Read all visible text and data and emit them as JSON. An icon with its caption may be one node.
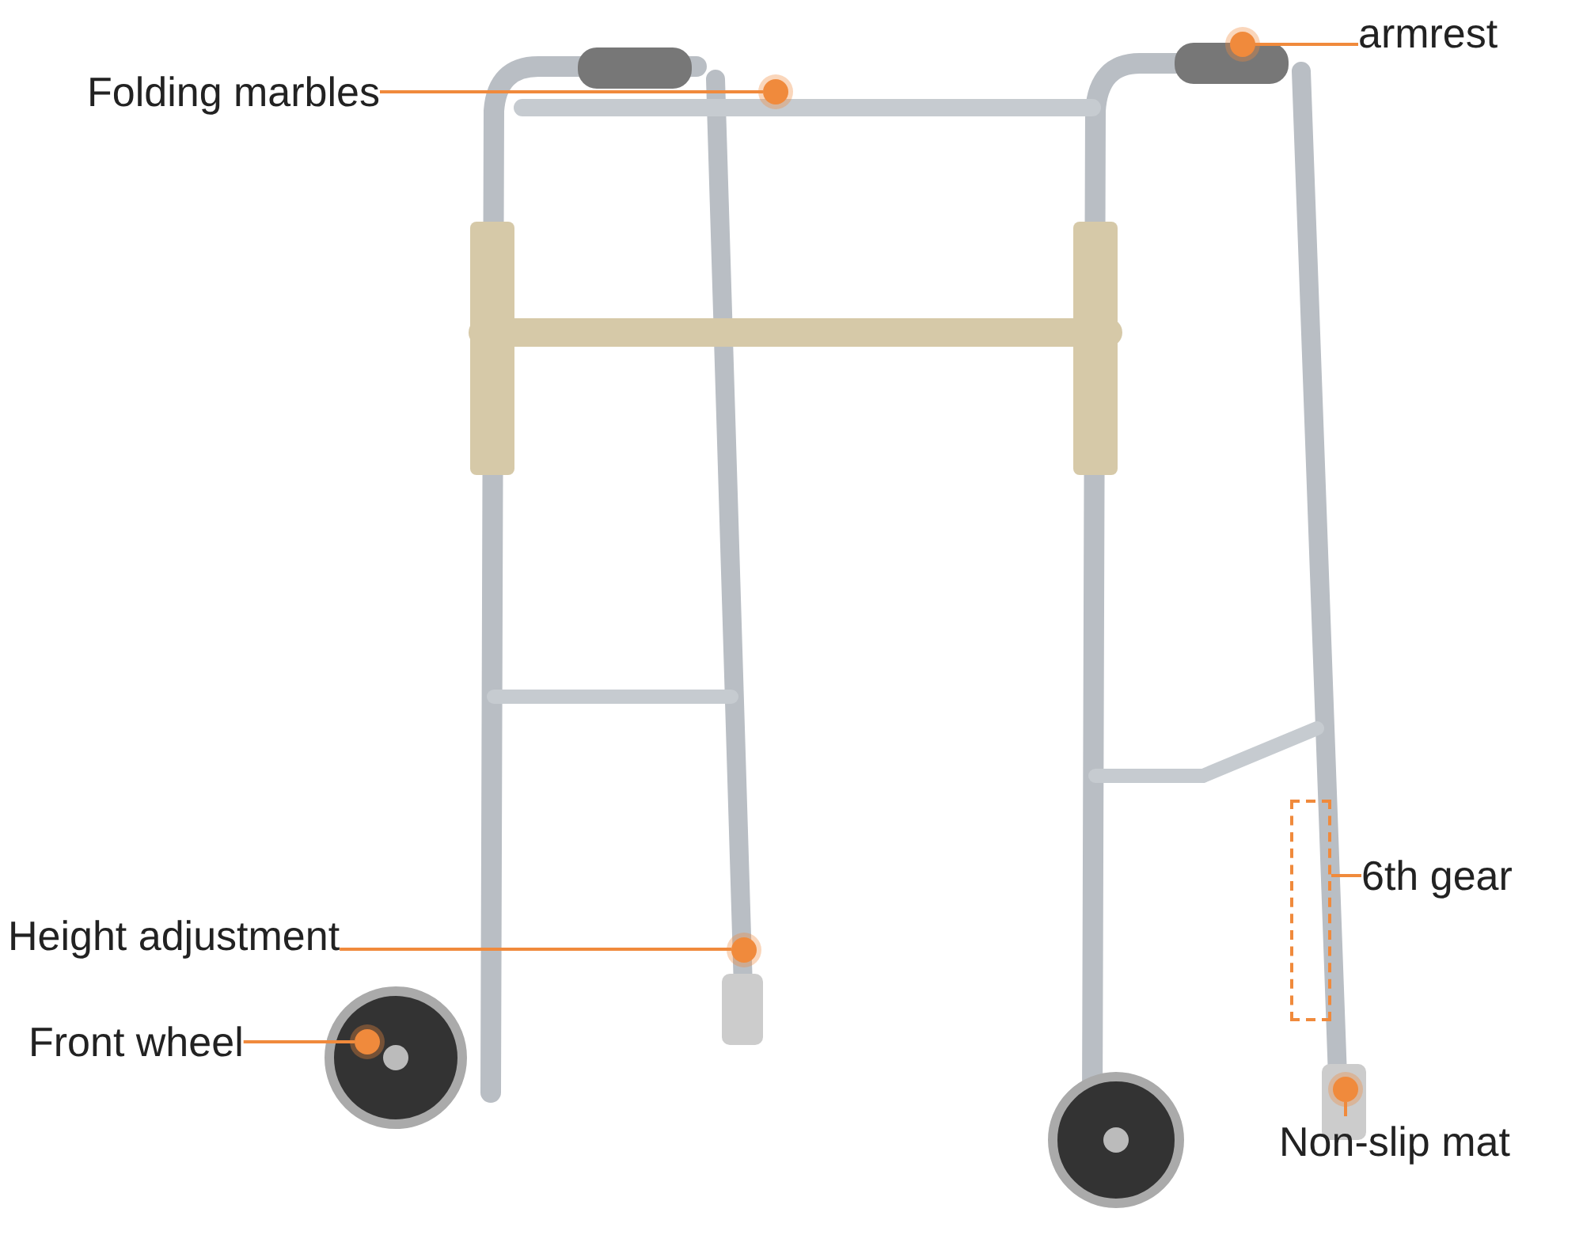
{
  "diagram": {
    "nodes": [
      {
        "text": [
          "Folding marbles"
        ]
      },
      {
        "text": [],
        "shape": "circle"
      },
      {
        "text": [
          "armrest"
        ]
      },
      {
        "text": [],
        "shape": "circle"
      },
      {
        "text": [
          "6th gear"
        ]
      },
      {
        "text": [],
        "shape": "box"
      },
      {
        "text": [
          "Height adjustment"
        ]
      },
      {
        "text": [],
        "shape": "circle"
      },
      {
        "text": [
          "Front wheel"
        ]
      },
      {
        "text": [],
        "shape": "circle"
      },
      {
        "text": [
          "Non-slip mat"
        ]
      },
      {
        "text": [],
        "shape": "circle"
      }
    ],
    "edges": [
      {
        "from": 0,
        "to": 1,
        "arrow": "none"
      },
      {
        "from": 2,
        "to": 3,
        "arrow": "none"
      },
      {
        "from": 4,
        "to": 5,
        "arrow": "none"
      },
      {
        "from": 6,
        "to": 7,
        "arrow": "none"
      },
      {
        "from": 8,
        "to": 9,
        "arrow": "none"
      },
      {
        "from": 10,
        "to": 11,
        "arrow": "none"
      }
    ]
  }
}
